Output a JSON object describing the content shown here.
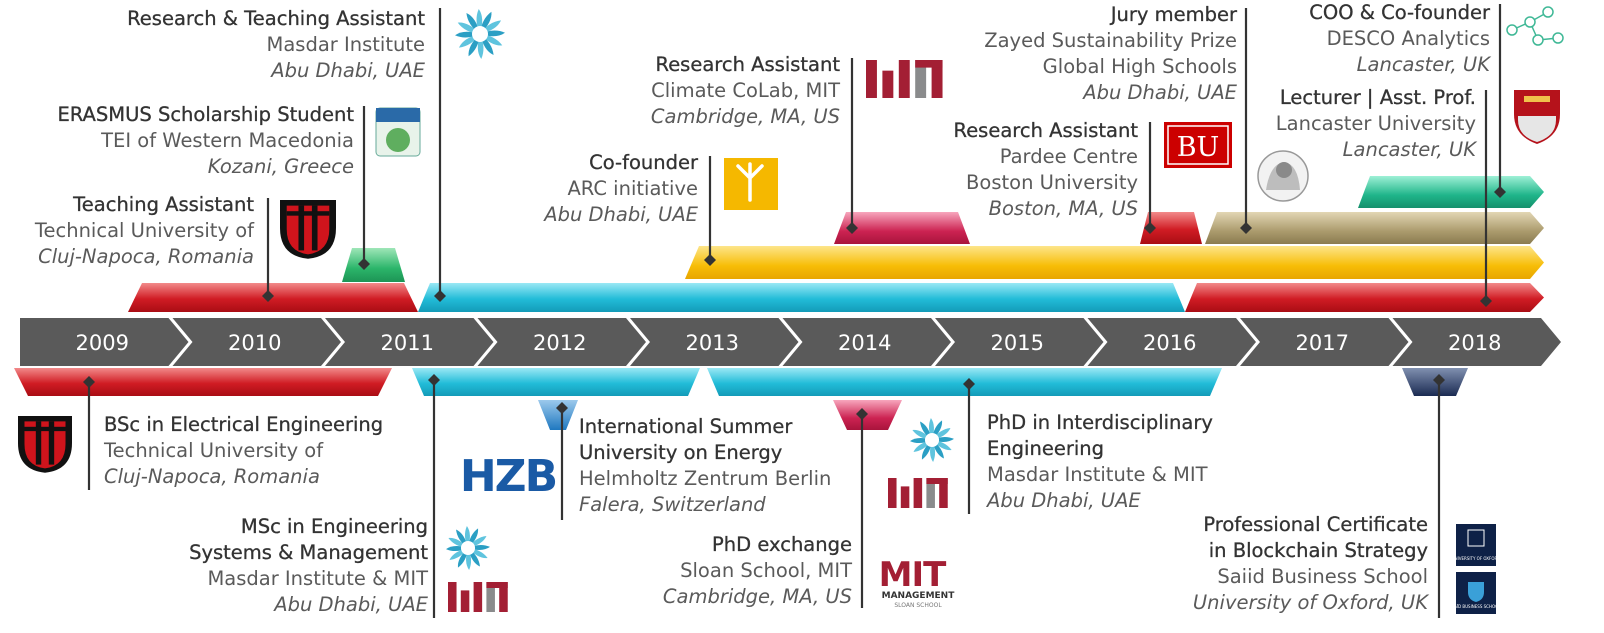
{
  "timeline": {
    "years": [
      "2009",
      "2010",
      "2011",
      "2012",
      "2013",
      "2014",
      "2015",
      "2016",
      "2017",
      "2018"
    ]
  },
  "entries": [
    {
      "id": "rta-masdar",
      "title": "Research & Teaching Assistant",
      "lines": [
        "Masdar Institute"
      ],
      "location": "Abu Dhabi, UAE",
      "logos": [
        "masdar"
      ],
      "color": "#1fb8d3"
    },
    {
      "id": "erasmus",
      "title": "ERASMUS Scholarship Student",
      "lines": [
        "TEI of Western Macedonia"
      ],
      "location": "Kozani, Greece",
      "logos": [
        "tei"
      ],
      "color": "#2bb56a"
    },
    {
      "id": "ta-cluj",
      "title": "Teaching Assistant",
      "lines": [
        "Technical University of"
      ],
      "location": "Cluj-Napoca, Romania",
      "logos": [
        "utcn"
      ],
      "color": "#c8161d"
    },
    {
      "id": "ra-colab",
      "title": "Research Assistant",
      "lines": [
        "Climate CoLab, MIT"
      ],
      "location": "Cambridge, MA, US",
      "logos": [
        "mit"
      ],
      "color": "#c9184a"
    },
    {
      "id": "arc",
      "title": "Co-founder",
      "lines": [
        "ARC initiative"
      ],
      "location": "Abu Dhabi, UAE",
      "logos": [
        "arc"
      ],
      "color": "#f5b800"
    },
    {
      "id": "jury",
      "title": "Jury member",
      "lines": [
        "Zayed Sustainability Prize",
        "Global High Schools"
      ],
      "location": "Abu Dhabi, UAE",
      "logos": [
        "zayed"
      ],
      "color": "#a89868"
    },
    {
      "id": "ra-bu",
      "title": "Research Assistant",
      "lines": [
        "Pardee Centre",
        "Boston University"
      ],
      "location": "Boston, MA, US",
      "logos": [
        "bu"
      ],
      "color": "#e23a3a"
    },
    {
      "id": "desco",
      "title": "COO & Co-founder",
      "lines": [
        "DESCO Analytics"
      ],
      "location": "Lancaster, UK",
      "logos": [
        "desco"
      ],
      "color": "#1fb58a"
    },
    {
      "id": "lancaster",
      "title": "Lecturer | Asst. Prof.",
      "lines": [
        "Lancaster University"
      ],
      "location": "Lancaster, UK",
      "logos": [
        "lancaster"
      ],
      "color": "#c8161d"
    },
    {
      "id": "bsc",
      "title": "BSc in Electrical Engineering",
      "lines": [
        "Technical University of"
      ],
      "location": "Cluj-Napoca, Romania",
      "logos": [
        "utcn"
      ],
      "color": "#c8161d"
    },
    {
      "id": "msc",
      "title": "MSc in Engineering",
      "lines": [
        "Systems & Management",
        "Masdar Institute & MIT"
      ],
      "location": "Abu Dhabi, UAE",
      "logos": [
        "masdar",
        "mit"
      ],
      "color": "#1fb8d3"
    },
    {
      "id": "summer",
      "title": "International Summer",
      "lines": [
        "University on Energy",
        "Helmholtz Zentrum Berlin"
      ],
      "location": "Falera, Switzerland",
      "logos": [
        "hzb"
      ],
      "color": "#2a85c9"
    },
    {
      "id": "phd-exchange",
      "title": "PhD exchange",
      "lines": [
        "Sloan School, MIT"
      ],
      "location": "Cambridge, MA, US",
      "logos": [
        "mit-sloan"
      ],
      "color": "#c9184a"
    },
    {
      "id": "phd",
      "title": "PhD in Interdisciplinary",
      "lines": [
        "Engineering",
        "Masdar Institute & MIT"
      ],
      "location": "Abu Dhabi, UAE",
      "logos": [
        "masdar",
        "mit"
      ],
      "color": "#1fb8d3"
    },
    {
      "id": "blockchain",
      "title": "Professional Certificate",
      "lines": [
        "in Blockchain Strategy",
        "Saiid Business School"
      ],
      "location": "University of Oxford, UK",
      "logos": [
        "oxford",
        "said"
      ],
      "color": "#1e3566"
    }
  ],
  "logos": {
    "hzb": "HZB",
    "bu": "BU",
    "mit": "MIT",
    "mit_sloan": "MIT",
    "mit_sloan_sub": "MANAGEMENT",
    "mit_sloan_sub2": "SLOAN SCHOOL",
    "oxford": "UNIVERSITY OF OXFORD",
    "said": "SAÏD BUSINESS SCHOOL"
  }
}
